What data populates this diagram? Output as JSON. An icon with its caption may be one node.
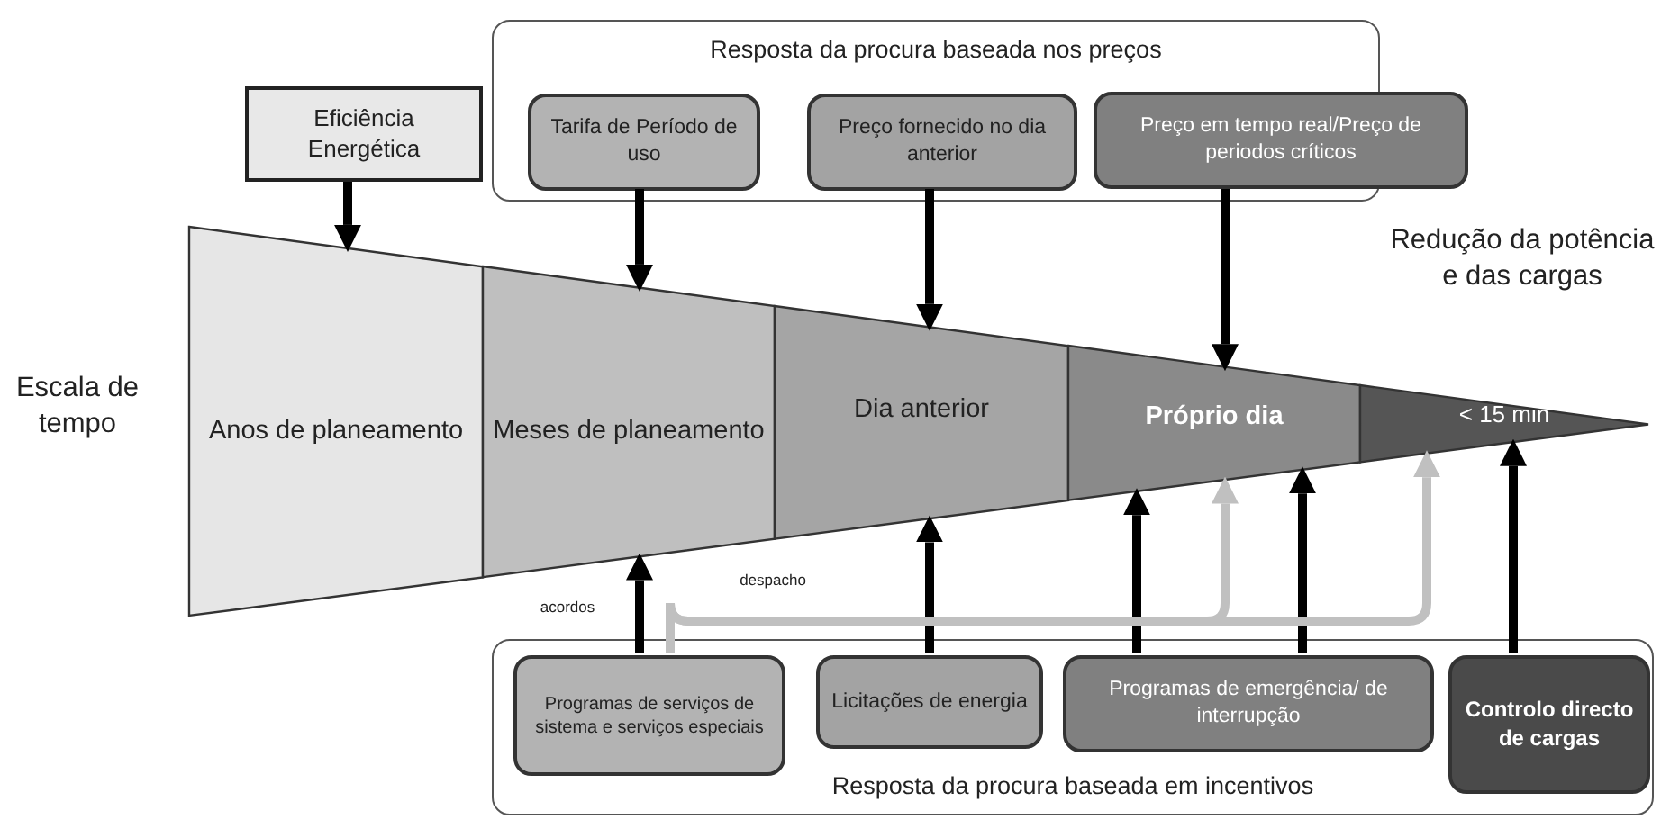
{
  "diagram": {
    "nodes": [
      {
        "text": [
          "Eficiência Energética"
        ]
      },
      {
        "text": [
          "Resposta da procura baseada nos preços"
        ]
      },
      {
        "text": [
          "Tarifa de Período de uso"
        ],
        "in": 1
      },
      {
        "text": [
          "Preço fornecido no dia anterior"
        ],
        "in": 1
      },
      {
        "text": [
          "Preço em tempo real/Preço de periodos críticos"
        ]
      },
      {
        "text": [
          "Anos de planeamento"
        ]
      },
      {
        "text": [
          "Meses de planeamento"
        ]
      },
      {
        "text": [
          "Dia anterior"
        ]
      },
      {
        "text": [
          "Próprio dia"
        ]
      },
      {
        "text": [
          "< 15 min"
        ]
      },
      {
        "text": [
          "Resposta da procura baseada em incentivos"
        ]
      },
      {
        "text": [
          "Programas de serviços de sistema e serviços especiais"
        ],
        "in": 10
      },
      {
        "text": [
          "Licitações de energia"
        ],
        "in": 10
      },
      {
        "text": [
          "Programas de emergência/ de interrupção"
        ],
        "in": 10
      },
      {
        "text": [
          "Controlo directo de cargas"
        ],
        "in": 10
      }
    ],
    "edges": [
      {
        "from": 0,
        "to": 5,
        "arrow": "to"
      },
      {
        "from": 2,
        "to": 6,
        "arrow": "to"
      },
      {
        "from": 3,
        "to": 7,
        "arrow": "to"
      },
      {
        "from": 4,
        "to": 8,
        "arrow": "to"
      },
      {
        "from": 11,
        "to": 6,
        "arrow": "to"
      },
      {
        "from": 12,
        "to": 7,
        "arrow": "to"
      },
      {
        "from": 13,
        "to": 8,
        "arrow": "to"
      },
      {
        "from": 13,
        "to": 8,
        "arrow": "to"
      },
      {
        "from": 14,
        "to": 9,
        "arrow": "to"
      },
      {
        "from": 11,
        "to": 8,
        "arrow": "to",
        "color": "#c0c0c0"
      },
      {
        "from": 11,
        "to": 9,
        "arrow": "to",
        "color": "#c0c0c0"
      }
    ],
    "labels": [
      "Escala de tempo",
      "Redução da potência e das cargas",
      "acordos",
      "despacho"
    ]
  }
}
